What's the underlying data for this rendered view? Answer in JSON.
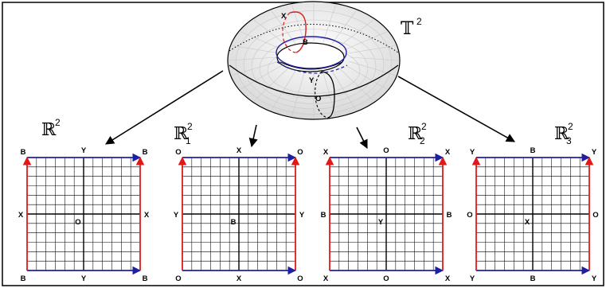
{
  "torus": {
    "symbol": "𝕋",
    "exponent": "2",
    "point_labels": {
      "x": "X",
      "b": "B",
      "y": "Y",
      "o": "O"
    }
  },
  "panels": [
    {
      "id": "r2",
      "symbol": "ℝ",
      "exponent": "2",
      "subscript": "",
      "corners": {
        "top_left": "B",
        "top_right": "B",
        "bottom_left": "B",
        "bottom_right": "B"
      },
      "top_mid": "Y",
      "bottom_mid": "Y",
      "left_mid": "X",
      "right_mid": "X",
      "center": "O"
    },
    {
      "id": "r2-1",
      "symbol": "ℝ",
      "exponent": "2",
      "subscript": "1",
      "corners": {
        "top_left": "O",
        "top_right": "O",
        "bottom_left": "O",
        "bottom_right": "O"
      },
      "top_mid": "X",
      "bottom_mid": "X",
      "left_mid": "Y",
      "right_mid": "Y",
      "center": "B"
    },
    {
      "id": "r2-2",
      "symbol": "ℝ",
      "exponent": "2",
      "subscript": "2",
      "corners": {
        "top_left": "X",
        "top_right": "X",
        "bottom_left": "X",
        "bottom_right": "X"
      },
      "top_mid": "O",
      "bottom_mid": "O",
      "left_mid": "B",
      "right_mid": "B",
      "center": "Y"
    },
    {
      "id": "r2-3",
      "symbol": "ℝ",
      "exponent": "2",
      "subscript": "3",
      "corners": {
        "top_left": "Y",
        "top_right": "Y",
        "bottom_left": "Y",
        "bottom_right": "Y"
      },
      "top_mid": "B",
      "bottom_mid": "B",
      "left_mid": "O",
      "right_mid": "O",
      "center": "X"
    }
  ],
  "colors": {
    "horizontal_edge": "#1f1fa0",
    "vertical_edge": "#e01818",
    "grid": "#000000",
    "frame": "#000000",
    "torus_fill": "#f2f2f2"
  }
}
